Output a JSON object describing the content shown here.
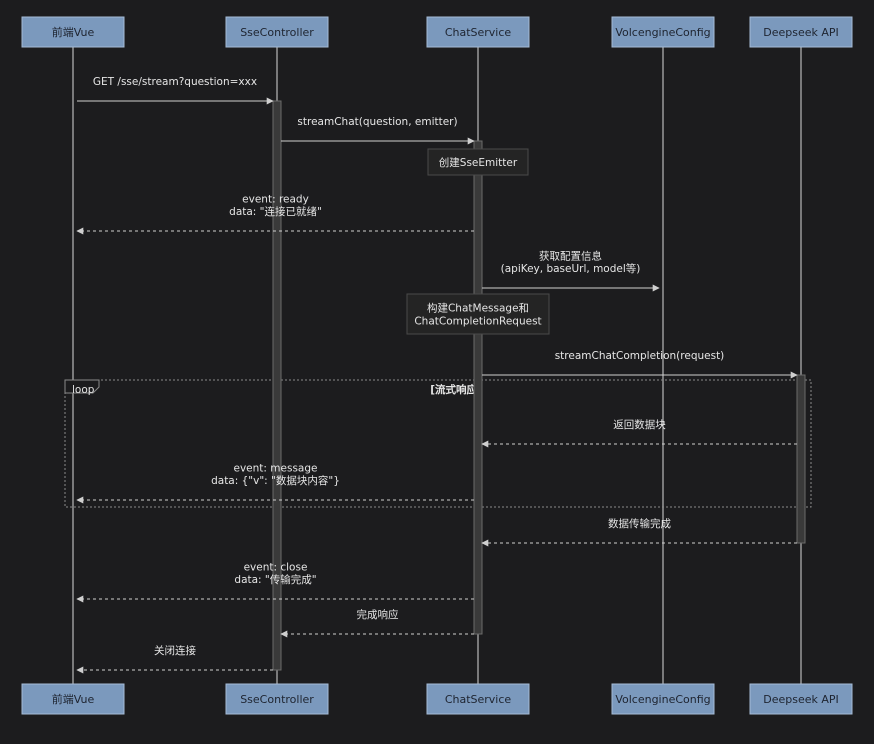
{
  "participants": [
    {
      "id": "vue",
      "label": "前端Vue"
    },
    {
      "id": "ctrl",
      "label": "SseController"
    },
    {
      "id": "svc",
      "label": "ChatService"
    },
    {
      "id": "cfg",
      "label": "VolcengineConfig"
    },
    {
      "id": "api",
      "label": "Deepseek API"
    }
  ],
  "messages": [
    {
      "id": "m1",
      "from": "vue",
      "to": "ctrl",
      "style": "solid",
      "lines": [
        "GET /sse/stream?question=xxx"
      ]
    },
    {
      "id": "m2",
      "from": "ctrl",
      "to": "svc",
      "style": "solid",
      "lines": [
        "streamChat(question, emitter)"
      ]
    },
    {
      "id": "m3",
      "from": "svc",
      "to": "vue",
      "style": "dashed",
      "lines": [
        "event: ready",
        "data: \"连接已就绪\""
      ]
    },
    {
      "id": "m4",
      "from": "svc",
      "to": "cfg",
      "style": "solid",
      "lines": [
        "获取配置信息",
        "(apiKey, baseUrl, model等)"
      ]
    },
    {
      "id": "m5",
      "from": "svc",
      "to": "api",
      "style": "solid",
      "lines": [
        "streamChatCompletion(request)"
      ]
    },
    {
      "id": "m6",
      "from": "api",
      "to": "svc",
      "style": "dashed",
      "lines": [
        "返回数据块"
      ]
    },
    {
      "id": "m7",
      "from": "svc",
      "to": "vue",
      "style": "dashed",
      "lines": [
        "event: message",
        "data: {\"v\": \"数据块内容\"}"
      ]
    },
    {
      "id": "m8",
      "from": "api",
      "to": "svc",
      "style": "dashed",
      "lines": [
        "数据传输完成"
      ]
    },
    {
      "id": "m9",
      "from": "svc",
      "to": "vue",
      "style": "dashed",
      "lines": [
        "event: close",
        "data: \"传输完成\""
      ]
    },
    {
      "id": "m10",
      "from": "svc",
      "to": "ctrl",
      "style": "dashed",
      "lines": [
        "完成响应"
      ]
    },
    {
      "id": "m11",
      "from": "ctrl",
      "to": "vue",
      "style": "dashed",
      "lines": [
        "关闭连接"
      ]
    }
  ],
  "notes": [
    {
      "id": "n1",
      "over": "svc",
      "lines": [
        "创建SseEmitter"
      ]
    },
    {
      "id": "n2",
      "over": "svc",
      "lines": [
        "构建ChatMessage和",
        "ChatCompletionRequest"
      ]
    }
  ],
  "loop": {
    "label": "loop",
    "condition": "[流式响应]"
  },
  "colors": {
    "background": "#1c1c1e",
    "actor_fill": "#7b99bd",
    "line": "#cfcfcf"
  }
}
